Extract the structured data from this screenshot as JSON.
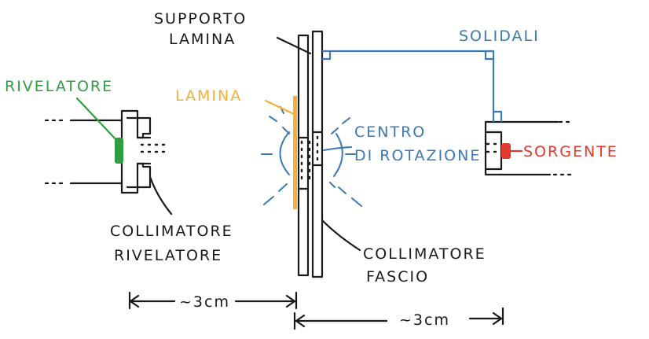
{
  "labels": {
    "supporto_lamina_1": "SUPPORTO",
    "supporto_lamina_2": "LAMINA",
    "solidali": "SOLIDALI",
    "rivelatore": "RIVELATORE",
    "lamina": "LAMINA",
    "centro_rotazione_1": "CENTRO",
    "centro_rotazione_2": "DI ROTAZIONE",
    "sorgente": "SORGENTE",
    "collimatore_rivelatore_1": "COLLIMATORE",
    "collimatore_rivelatore_2": "RIVELATORE",
    "collimatore_fascio_1": "COLLIMATORE",
    "collimatore_fascio_2": "FASCIO",
    "distanza_sinistra": "~3cm",
    "distanza_destra": "~3cm"
  },
  "colors": {
    "ink": "#1a1a1a",
    "detector": "#2e9e3e",
    "foil": "#f2b134",
    "rigid_link": "#3a79b5",
    "source": "#e03a2f"
  }
}
